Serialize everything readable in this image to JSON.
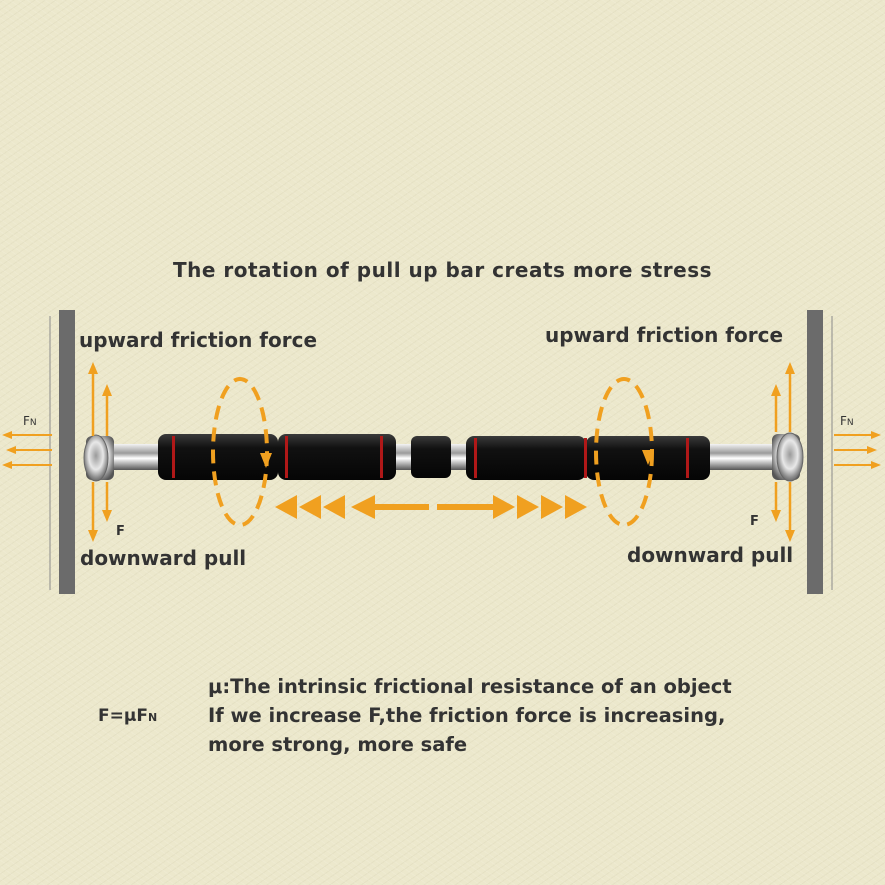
{
  "title": "The rotation of pull up bar creats more stress",
  "labels": {
    "upward_left": "upward friction force",
    "upward_right": "upward friction force",
    "downward_left": "downward pull",
    "downward_right": "downward pull",
    "f_left": "F",
    "f_right": "F",
    "fn_main": "F",
    "fn_sub": "N"
  },
  "formula": {
    "main": "F=μF",
    "sub": "N"
  },
  "notes": [
    "μ:The intrinsic frictional resistance of an object",
    "If we increase F,the friction force is increasing,",
    "more strong, more safe"
  ],
  "colors": {
    "arrow": "#f0a020",
    "wall": "#6b6b6b",
    "foam": "#111111",
    "ring": "#b01818",
    "text": "#333333"
  }
}
